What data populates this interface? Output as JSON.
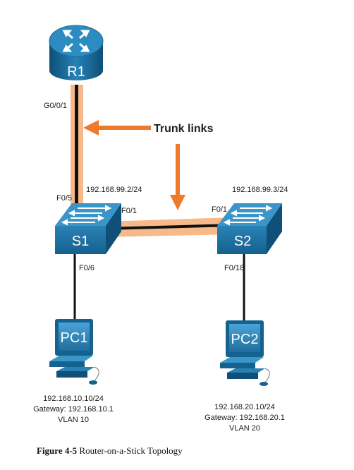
{
  "router": {
    "name": "R1",
    "port": "G0/0/1"
  },
  "trunk_label": "Trunk links",
  "switch1": {
    "name": "S1",
    "ip": "192.168.99.2/24",
    "port_up": "F0/5",
    "port_trunk": "F0/1",
    "port_down": "F0/6"
  },
  "switch2": {
    "name": "S2",
    "ip": "192.168.99.3/24",
    "port_trunk": "F0/1",
    "port_down": "F0/18"
  },
  "pc1": {
    "name": "PC1",
    "ip": "192.168.10.10/24",
    "gateway": "Gateway: 192.168.10.1",
    "vlan": "VLAN 10"
  },
  "pc2": {
    "name": "PC2",
    "ip": "192.168.20.10/24",
    "gateway": "Gateway: 192.168.20.1",
    "vlan": "VLAN 20"
  },
  "caption": {
    "label": "Figure 4-5",
    "text": "Router-on-a-Stick Topology"
  },
  "colors": {
    "device_blue": "#1f6e9c",
    "trunk_orange": "#f7b98a",
    "arrow_orange": "#ee7a2a"
  }
}
